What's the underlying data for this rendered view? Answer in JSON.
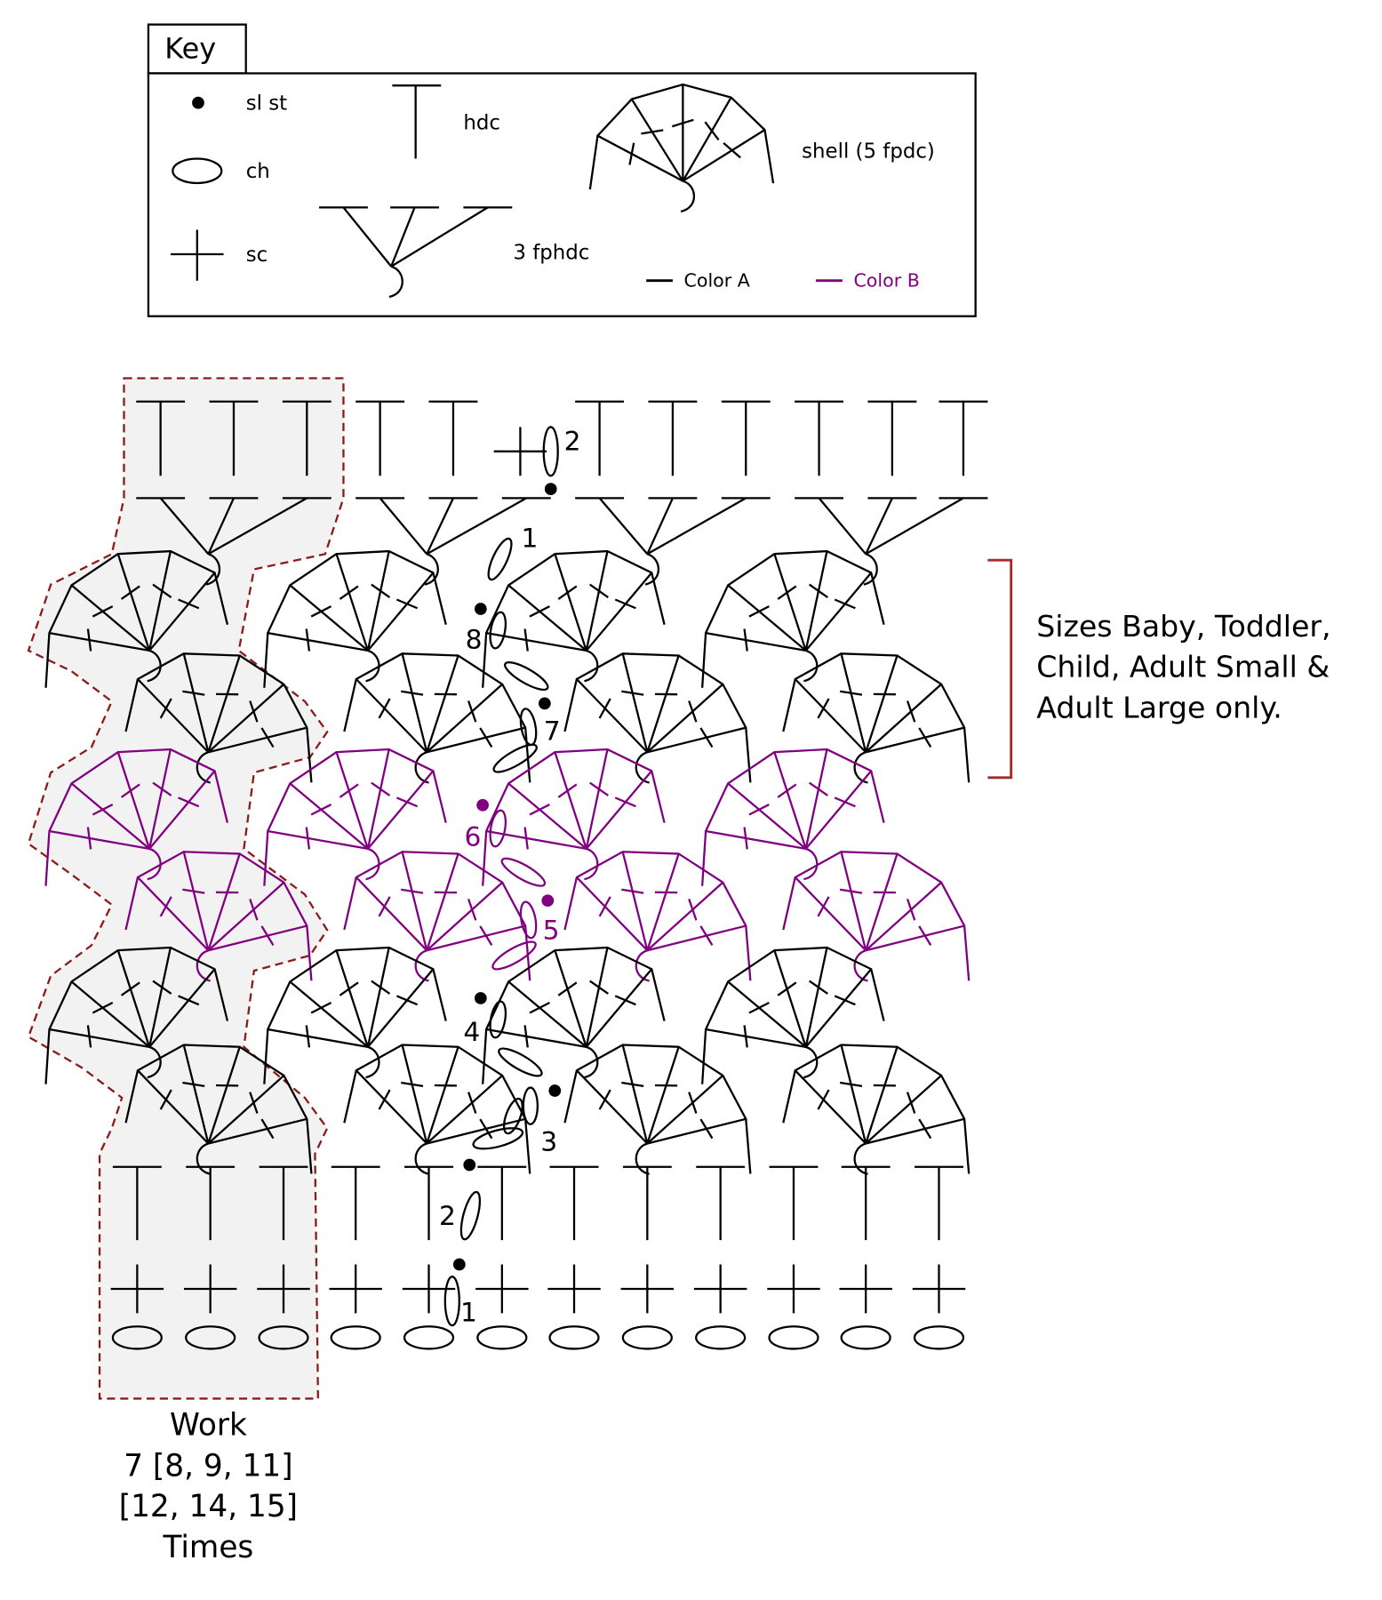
{
  "key": {
    "title": "Key",
    "items": {
      "slst": "sl st",
      "ch": "ch",
      "sc": "sc",
      "hdc": "hdc",
      "fphdc": "3 fphdc",
      "shell": "shell (5 fpdc)",
      "colorA": "Color A",
      "colorB": "Color B"
    }
  },
  "colors": {
    "colorA": "#000000",
    "colorB": "#800080",
    "repeat_border": "#8b1a1a",
    "repeat_fill": "#f2f2f2",
    "bracket": "#a52a2a"
  },
  "row_labels": {
    "bottom_1": "1",
    "bottom_2": "2",
    "r3": "3",
    "r4": "4",
    "r5": "5",
    "r6": "6",
    "r7": "7",
    "r8": "8",
    "top_1": "1",
    "top_2": "2"
  },
  "side_note": [
    "Sizes Baby, Toddler,",
    "Child, Adult Small &",
    "Adult Large only."
  ],
  "repeat_note": [
    "Work",
    "7 [8, 9, 11]",
    "[12, 14, 15]",
    "Times"
  ]
}
